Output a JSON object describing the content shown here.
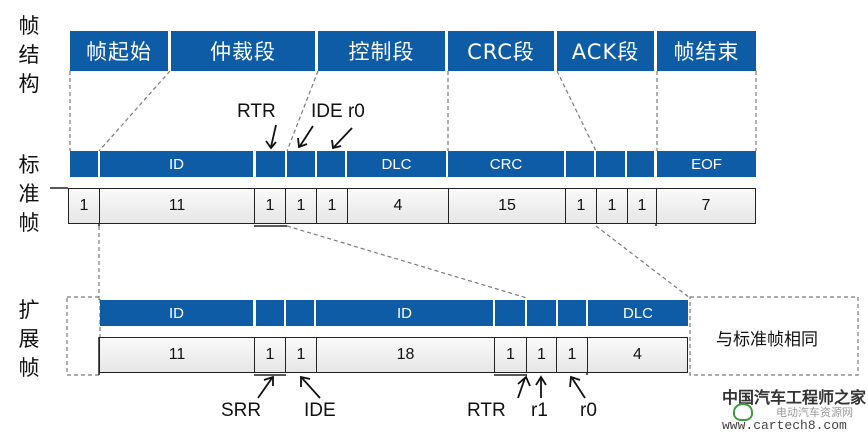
{
  "labels": {
    "frame_structure": [
      "帧",
      "结",
      "构"
    ],
    "standard": [
      "标",
      "准",
      "帧"
    ],
    "extended": [
      "扩",
      "展",
      "帧"
    ]
  },
  "header": [
    "帧起始",
    "仲裁段",
    "控制段",
    "CRC段",
    "ACK段",
    "帧结束"
  ],
  "standard_bar": {
    "id": "ID",
    "dlc": "DLC",
    "crc": "CRC",
    "eof": "EOF"
  },
  "standard_cells": [
    "1",
    "11",
    "1",
    "1",
    "1",
    "4",
    "15",
    "1",
    "1",
    "1",
    "7"
  ],
  "standard_callouts": {
    "rtr": "RTR",
    "ide_r0": "IDE r0"
  },
  "extended_bar": {
    "id1": "ID",
    "id2": "ID",
    "dlc": "DLC"
  },
  "extended_cells": [
    "11",
    "1",
    "1",
    "18",
    "1",
    "1",
    "1",
    "4"
  ],
  "extended_callouts": {
    "srr": "SRR",
    "ide": "IDE",
    "rtr": "RTR",
    "r1": "r1",
    "r0": "r0"
  },
  "same_as_standard": "与标准帧相同",
  "watermark": {
    "line1": "中国汽车工程师之家",
    "line2": "电动汽车资源网",
    "line3": "www.cartech8.com"
  },
  "colors": {
    "header_blue": "#0e5ba6"
  }
}
